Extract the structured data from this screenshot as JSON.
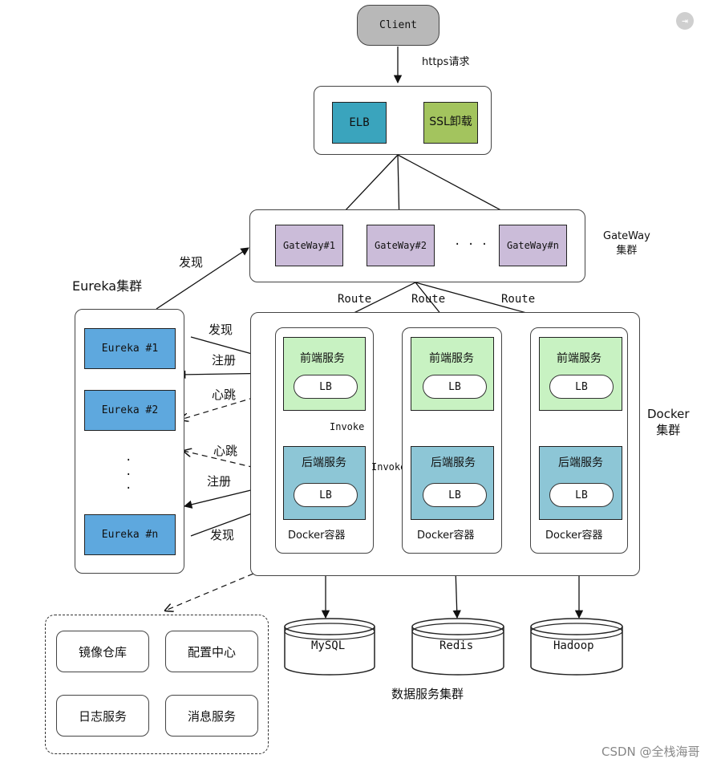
{
  "client": "Client",
  "https_label": "https请求",
  "elb": "ELB",
  "ssl": "SSL卸载",
  "gateways": [
    "GateWay#1",
    "GateWay#2",
    "GateWay#n"
  ],
  "gateway_ellipsis": "· · ·",
  "gateway_cluster": "GateWay\n集群",
  "discover_top": "发现",
  "eureka_cluster": "Eureka集群",
  "eurekas": [
    "Eureka #1",
    "Eureka #2",
    "Eureka #n"
  ],
  "eureka_dots": "·\n·\n·",
  "route": "Route",
  "frontend": "前端服务",
  "backend": "后端服务",
  "lb": "LB",
  "invoke": "Invoke",
  "docker_container": "Docker容器",
  "docker_cluster": "Docker\n集群",
  "arrows_left": {
    "discover": "发现",
    "register": "注册",
    "heartbeat": "心跳"
  },
  "databases": [
    "MySQL",
    "Redis",
    "Hadoop"
  ],
  "data_cluster": "数据服务集群",
  "infra": [
    "镜像仓库",
    "配置中心",
    "日志服务",
    "消息服务"
  ],
  "watermark": "CSDN @全栈海哥",
  "colors": {
    "client": "#b8b8b8",
    "elb": "#3aa4bd",
    "ssl": "#a3c45e",
    "gateway": "#cbbcd9",
    "eureka": "#5ea8de",
    "frontend": "#c8f2c2",
    "backend": "#8dc6d6"
  }
}
